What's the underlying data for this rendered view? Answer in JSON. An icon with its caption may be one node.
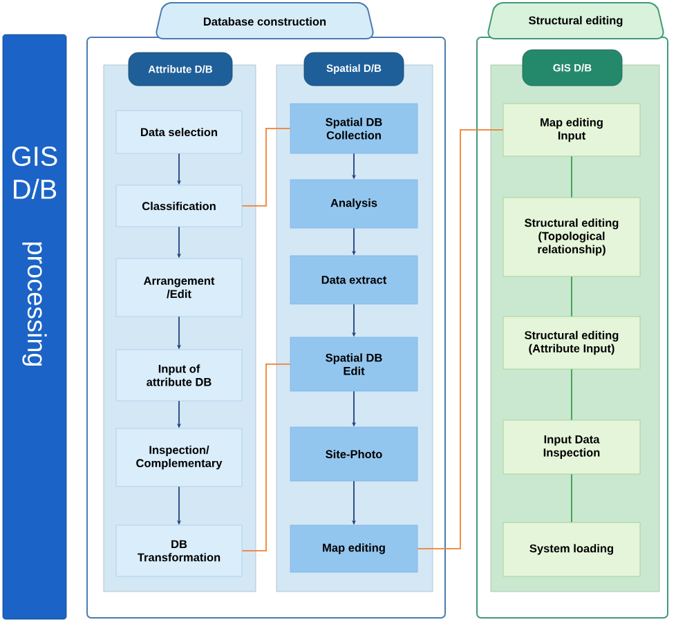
{
  "diagram": {
    "nodes": [
      {
        "text": [
          "GIS D/B",
          "processing"
        ]
      },
      {
        "text": [
          "Database construction"
        ]
      },
      {
        "text": [
          "Attribute D/B"
        ],
        "in": 1
      },
      {
        "text": [
          "Data selection"
        ],
        "in": 2
      },
      {
        "text": [
          "Classification"
        ],
        "in": 2
      },
      {
        "text": [
          "Arrangement /Edit"
        ],
        "in": 2
      },
      {
        "text": [
          "Input of attribute DB"
        ],
        "in": 2
      },
      {
        "text": [
          "Inspection/ Complementary"
        ],
        "in": 2
      },
      {
        "text": [
          "DB Transformation"
        ],
        "in": 2
      },
      {
        "text": [
          "Spatial D/B"
        ],
        "in": 1
      },
      {
        "text": [
          "Spatial DB Collection"
        ],
        "in": 9
      },
      {
        "text": [
          "Analysis"
        ],
        "in": 9
      },
      {
        "text": [
          "Data extract"
        ],
        "in": 9
      },
      {
        "text": [
          "Spatial DB Edit"
        ],
        "in": 9
      },
      {
        "text": [
          "Site-Photo"
        ],
        "in": 9
      },
      {
        "text": [
          "Map editing"
        ],
        "in": 9
      },
      {
        "text": [
          "Structural editing"
        ]
      },
      {
        "text": [
          "GIS D/B"
        ],
        "in": 16
      },
      {
        "text": [
          "Map editing Input"
        ],
        "in": 17
      },
      {
        "text": [
          "Structural editing (Topological relationship)"
        ],
        "in": 17
      },
      {
        "text": [
          "Structural editing (Attribute Input)"
        ],
        "in": 17
      },
      {
        "text": [
          "Input Data Inspection"
        ],
        "in": 17
      },
      {
        "text": [
          "System loading"
        ],
        "in": 17
      }
    ],
    "edges": [
      {
        "from": 3,
        "to": 4,
        "arrow": "to"
      },
      {
        "from": 4,
        "to": 5,
        "arrow": "to"
      },
      {
        "from": 5,
        "to": 6,
        "arrow": "to"
      },
      {
        "from": 6,
        "to": 7,
        "arrow": "to"
      },
      {
        "from": 7,
        "to": 8,
        "arrow": "to"
      },
      {
        "from": 10,
        "to": 11,
        "arrow": "to"
      },
      {
        "from": 11,
        "to": 12,
        "arrow": "to"
      },
      {
        "from": 12,
        "to": 13,
        "arrow": "to"
      },
      {
        "from": 13,
        "to": 14,
        "arrow": "to"
      },
      {
        "from": 14,
        "to": 15,
        "arrow": "to"
      },
      {
        "from": 18,
        "to": 19,
        "arrow": "none",
        "color": "#3a9a4a"
      },
      {
        "from": 19,
        "to": 20,
        "arrow": "none",
        "color": "#3a9a4a"
      },
      {
        "from": 20,
        "to": 21,
        "arrow": "none",
        "color": "#3a9a4a"
      },
      {
        "from": 21,
        "to": 22,
        "arrow": "none",
        "color": "#3a9a4a"
      },
      {
        "from": 4,
        "to": 10,
        "arrow": "none",
        "color": "#f08030"
      },
      {
        "from": 8,
        "to": 13,
        "arrow": "none",
        "color": "#f08030"
      },
      {
        "from": 15,
        "to": 18,
        "arrow": "none",
        "color": "#f08030"
      }
    ]
  }
}
